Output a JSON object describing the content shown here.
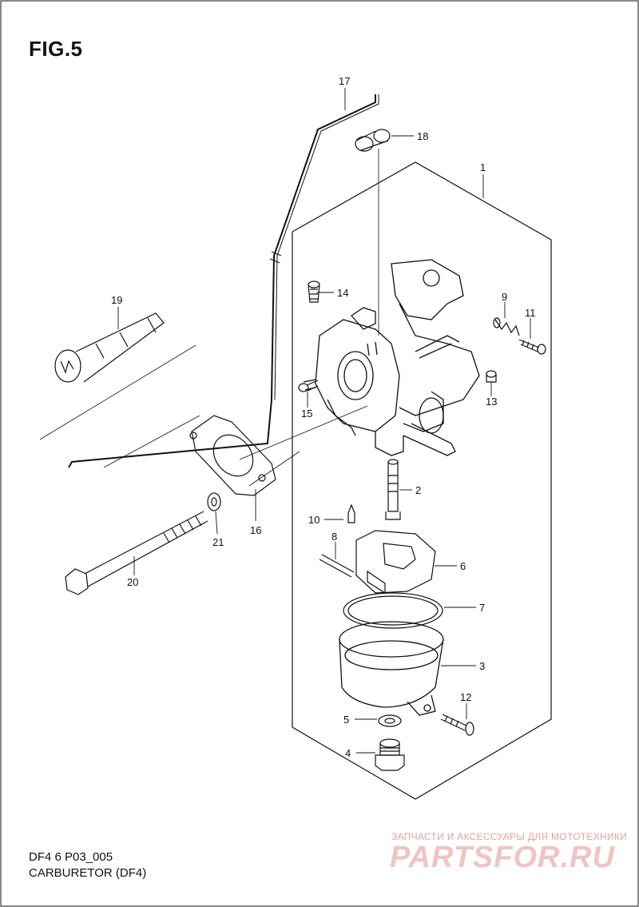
{
  "figure": {
    "title": "FIG.5",
    "code": "DF4 6 P03_005",
    "caption": "CARBURETOR (DF4)"
  },
  "callouts": {
    "c1": "1",
    "c2": "2",
    "c3": "3",
    "c4": "4",
    "c5": "5",
    "c6": "6",
    "c7": "7",
    "c8": "8",
    "c9": "9",
    "c10": "10",
    "c11": "11",
    "c12": "12",
    "c13": "13",
    "c14": "14",
    "c15": "15",
    "c16": "16",
    "c17": "17",
    "c18": "18",
    "c19": "19",
    "c20": "20",
    "c21": "21"
  },
  "watermark": {
    "tagline": "ЗАПЧАСТИ И АКСЕССУАРЫ ДЛЯ МОТОТЕХНИКИ",
    "logo": "PARTSFOR.RU"
  },
  "colors": {
    "line": "#111111",
    "watermark": "#e8a0a0"
  }
}
